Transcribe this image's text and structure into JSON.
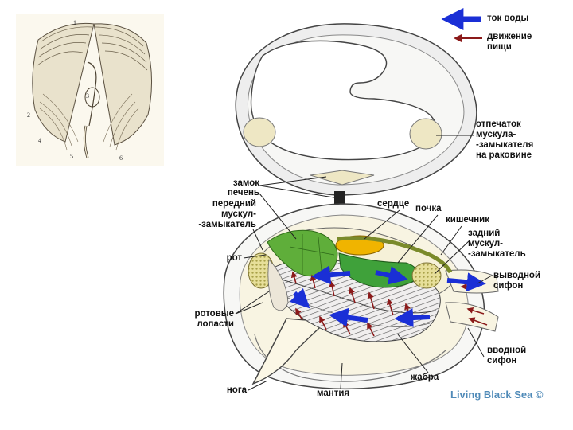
{
  "legend": {
    "water_flow": "ток воды",
    "food_movement": "движение\nпищи",
    "colors": {
      "water_flow": "#1a2fd6",
      "food_movement": "#8b1a1a"
    }
  },
  "labels": {
    "muscle_scar": "отпечаток\nмускула-\n-замыкателя\nна раковине",
    "hinge": "замок",
    "liver": "печень",
    "anterior_adductor": "передний\nмускул-\n-замыкатель",
    "heart": "сердце",
    "kidney": "почка",
    "intestine": "кишечник",
    "posterior_adductor": "задний\nмускул-\n-замыкатель",
    "mouth": "рот",
    "exhalant_siphon": "выводной\nсифон",
    "labial_palps": "ротовые\nлопасти",
    "inhalant_siphon": "вводной\nсифон",
    "gill": "жабра",
    "foot": "нога",
    "mantle": "мантия"
  },
  "inset_numbers": [
    "1",
    "2",
    "3",
    "4",
    "5",
    "6"
  ],
  "credit": "Living Black Sea ©"
}
